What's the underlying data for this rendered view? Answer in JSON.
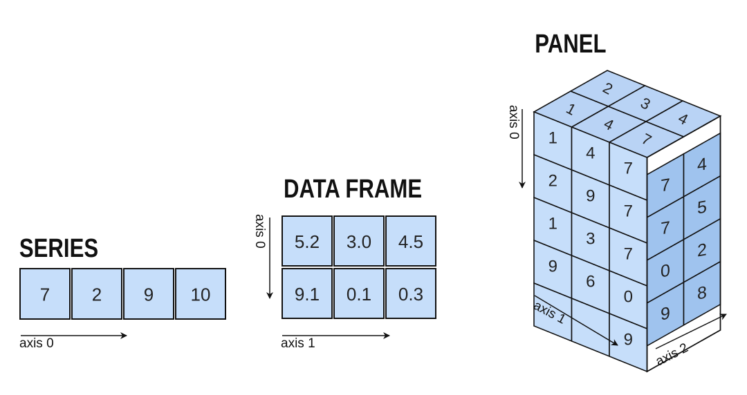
{
  "series": {
    "title": "SERIES",
    "values": [
      "7",
      "2",
      "9",
      "10"
    ],
    "axis_label": "axis 0"
  },
  "dataframe": {
    "title": "DATA FRAME",
    "rows": [
      [
        "5.2",
        "3.0",
        "4.5"
      ],
      [
        "9.1",
        "0.1",
        "0.3"
      ]
    ],
    "axis_vertical_label": "axis 0",
    "axis_horizontal_label": "axis 1"
  },
  "panel": {
    "title": "PANEL",
    "top_face": [
      [
        "2",
        "3",
        "4"
      ],
      [
        "1",
        "4",
        "7"
      ]
    ],
    "front_face": [
      [
        "1",
        "4",
        "7"
      ],
      [
        "2",
        "9",
        "7"
      ],
      [
        "1",
        "3",
        "7"
      ],
      [
        "9",
        "6",
        "0"
      ],
      [
        "",
        "",
        "9"
      ]
    ],
    "right_face": [
      [
        "7",
        "4"
      ],
      [
        "7",
        "5"
      ],
      [
        "0",
        "2"
      ],
      [
        "9",
        "8"
      ]
    ],
    "axis_0_label": "axis 0",
    "axis_1_label": "axis 1",
    "axis_2_label": "axis 2"
  },
  "colors": {
    "cell_fill": "#c6defa",
    "cell_top": "#b9d3f5",
    "cell_right": "#9fc3ee",
    "stroke": "#111111"
  }
}
